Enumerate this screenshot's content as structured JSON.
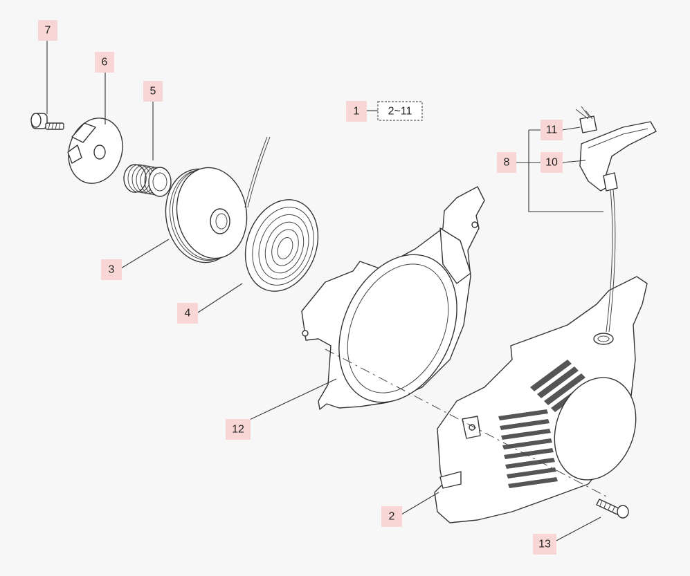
{
  "labels": {
    "l1": "1",
    "l2": "2",
    "l3": "3",
    "l4": "4",
    "l5": "5",
    "l6": "6",
    "l7": "7",
    "l8": "8",
    "l10": "10",
    "l11": "11",
    "l12": "12",
    "l13": "13"
  },
  "assembly_range": "2~11",
  "colors": {
    "label_fill": "#f9d6d6",
    "line": "#333333",
    "background": "#f7f7f7"
  }
}
